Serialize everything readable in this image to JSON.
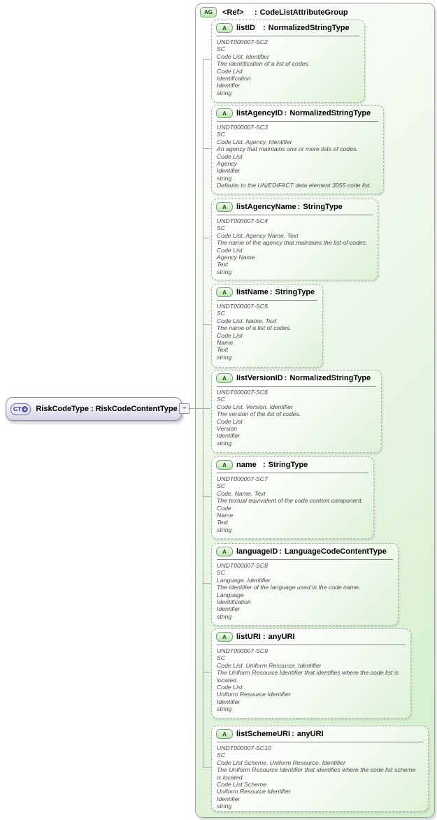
{
  "diagram": {
    "separator": ":",
    "root": {
      "icon": "CT",
      "plus_glyph": "+",
      "name": "RiskCodeType",
      "type": "RiskCodeContentType",
      "collapse_glyph": "−"
    },
    "group": {
      "icon": "AG",
      "ref": "<Ref>",
      "type": "CodeListAttributeGroup"
    },
    "attributes": [
      {
        "icon": "A",
        "name": "listID",
        "type": "NormalizedStringType",
        "annotation": [
          "UNDT000007-SC2",
          "SC",
          "Code List. Identifier",
          "The identification of a list of codes.",
          "Code List",
          "Identification",
          "Identifier",
          "string"
        ]
      },
      {
        "icon": "A",
        "name": "listAgencyID",
        "type": "NormalizedStringType",
        "annotation": [
          "UNDT000007-SC3",
          "SC",
          "Code List. Agency. Identifier",
          "An agency that maintains one or more lists of codes.",
          "Code List",
          "Agency",
          "Identifier",
          "string",
          "Defaults to the UN/EDIFACT data element 3055 code list."
        ]
      },
      {
        "icon": "A",
        "name": "listAgencyName",
        "type": "StringType",
        "annotation": [
          "UNDT000007-SC4",
          "SC",
          "Code List. Agency Name. Text",
          "The name of the agency that maintains the list of codes.",
          "Code List",
          "Agency Name",
          "Text",
          "string"
        ]
      },
      {
        "icon": "A",
        "name": "listName",
        "type": "StringType",
        "annotation": [
          "UNDT000007-SC5",
          "SC",
          "Code List. Name. Text",
          "The name of a list of codes.",
          "Code List",
          "Name",
          "Text",
          "string"
        ]
      },
      {
        "icon": "A",
        "name": "listVersionID",
        "type": "NormalizedStringType",
        "annotation": [
          "UNDT000007-SC6",
          "SC",
          "Code List. Version. Identifier",
          "The version of the list of codes.",
          "Code List",
          "Version",
          "Identifier",
          "string"
        ]
      },
      {
        "icon": "A",
        "name": "name",
        "type": "StringType",
        "annotation": [
          "UNDT000007-SC7",
          "SC",
          "Code. Name. Text",
          "The textual equivalent of the code content component.",
          "Code",
          "Name",
          "Text",
          "string"
        ]
      },
      {
        "icon": "A",
        "name": "languageID",
        "type": "LanguageCodeContentType",
        "annotation": [
          "UNDT000007-SC8",
          "SC",
          "Language. Identifier",
          "The identifier of the language used in the code name.",
          "Language",
          "Identification",
          "Identifier",
          "string"
        ]
      },
      {
        "icon": "A",
        "name": "listURI",
        "type": "anyURI",
        "annotation": [
          "UNDT000007-SC9",
          "SC",
          "Code List. Uniform Resource. Identifier",
          "The Uniform Resource Identifier that identifies where the code list is",
          "located.",
          "Code List",
          "Uniform Resource Identifier",
          "Identifier",
          "string"
        ]
      },
      {
        "icon": "A",
        "name": "listSchemeURI",
        "type": "anyURI",
        "annotation": [
          "UNDT000007-SC10",
          "SC",
          "Code List Scheme. Uniform Resource. Identifier",
          "The Uniform Resource Identifier that identifies where the code list scheme",
          "is located.",
          "Code List Scheme",
          "Uniform Resource Identifier",
          "Identifier",
          "string"
        ]
      }
    ]
  },
  "colors": {
    "group_green": "#d3eecd",
    "attr_green": "#ddf2d8",
    "icon_green": "#bfe3b4",
    "icon_border_green": "#76a376",
    "ct_purple": "#5b5b9b",
    "connector_gray": "#a8a8a8"
  }
}
